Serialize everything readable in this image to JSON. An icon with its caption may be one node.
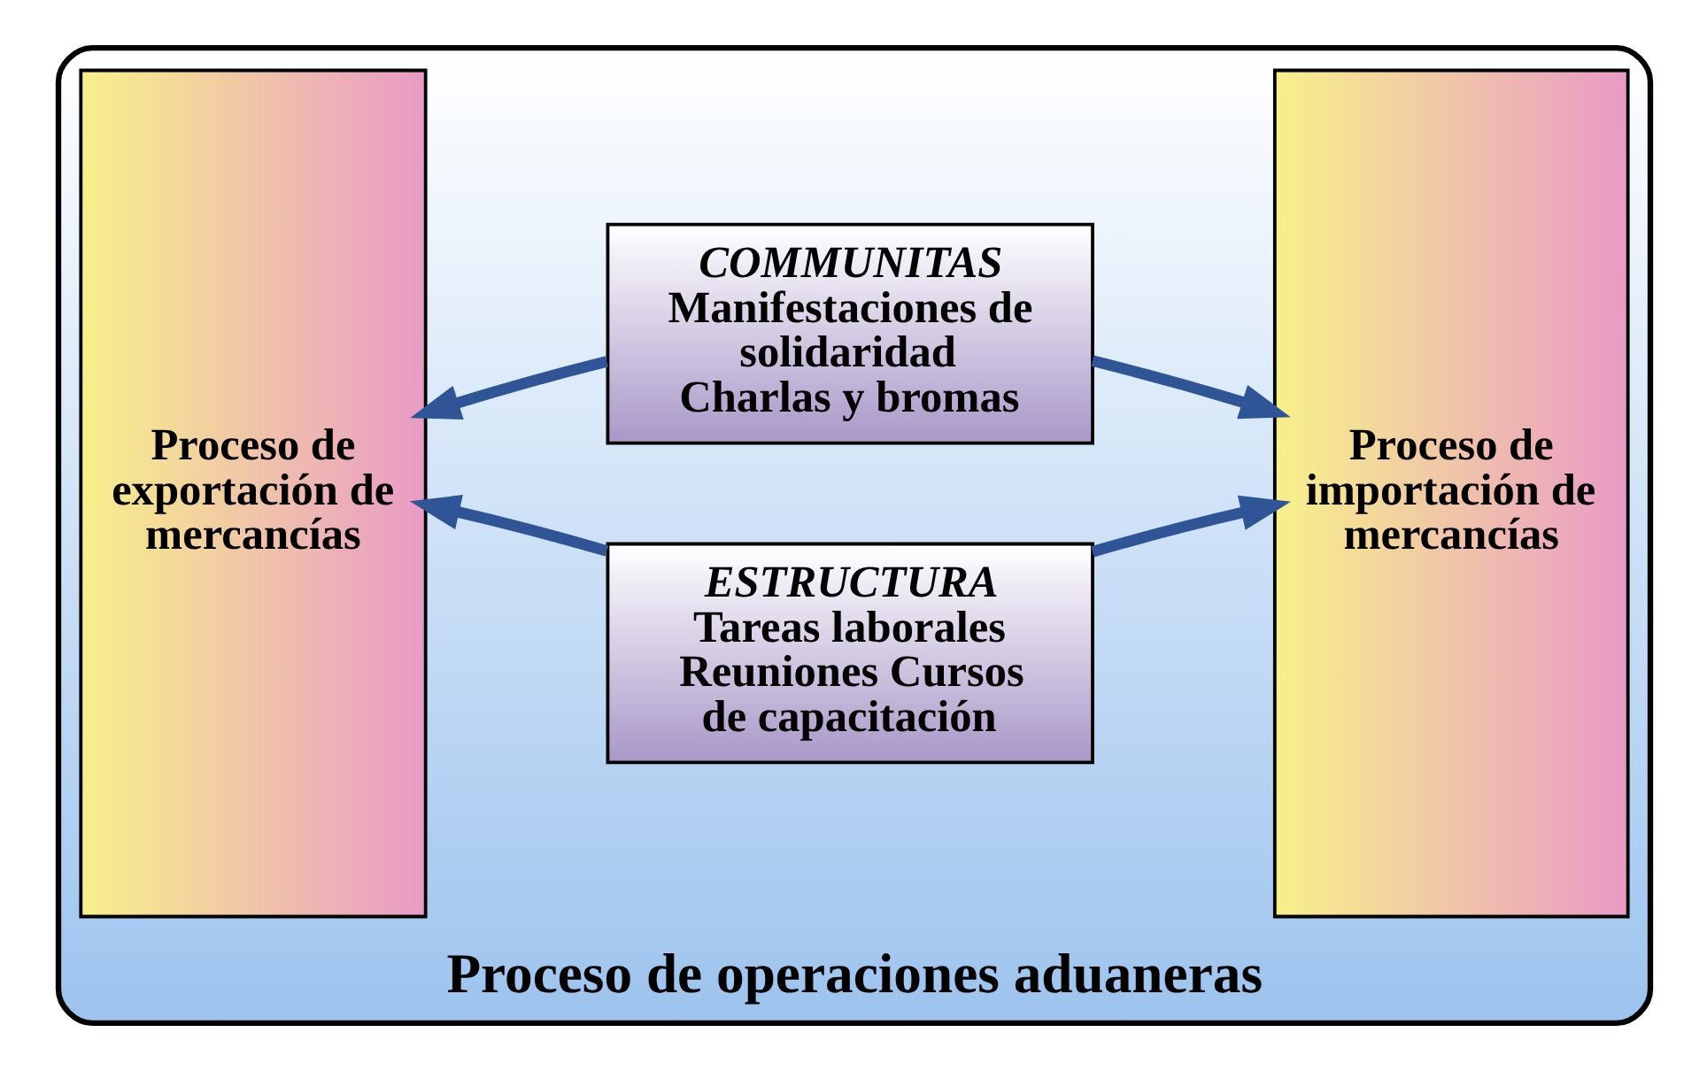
{
  "diagram": {
    "nodes": [
      {
        "text": [
          "Proceso de operaciones aduaneras"
        ]
      },
      {
        "text": [
          "Proceso de exportación de mercancías"
        ],
        "in": 0
      },
      {
        "text": [
          "ESTRUCTURA",
          "Tareas laborales Reuniones Cursos de capacitación"
        ],
        "in": 0
      },
      {
        "text": [
          "COMMUNITAS",
          "Manifestaciones de solidaridad Charlas y bromas"
        ],
        "in": 0
      },
      {
        "text": [
          "Proceso de importación de mercancías"
        ],
        "in": 0
      }
    ],
    "edges": [
      {
        "from": 2,
        "to": 1,
        "arrow": "to"
      },
      {
        "from": 2,
        "to": 4,
        "arrow": "to"
      },
      {
        "from": 3,
        "to": 1,
        "arrow": "to"
      },
      {
        "from": 3,
        "to": 4,
        "arrow": "to"
      }
    ]
  }
}
